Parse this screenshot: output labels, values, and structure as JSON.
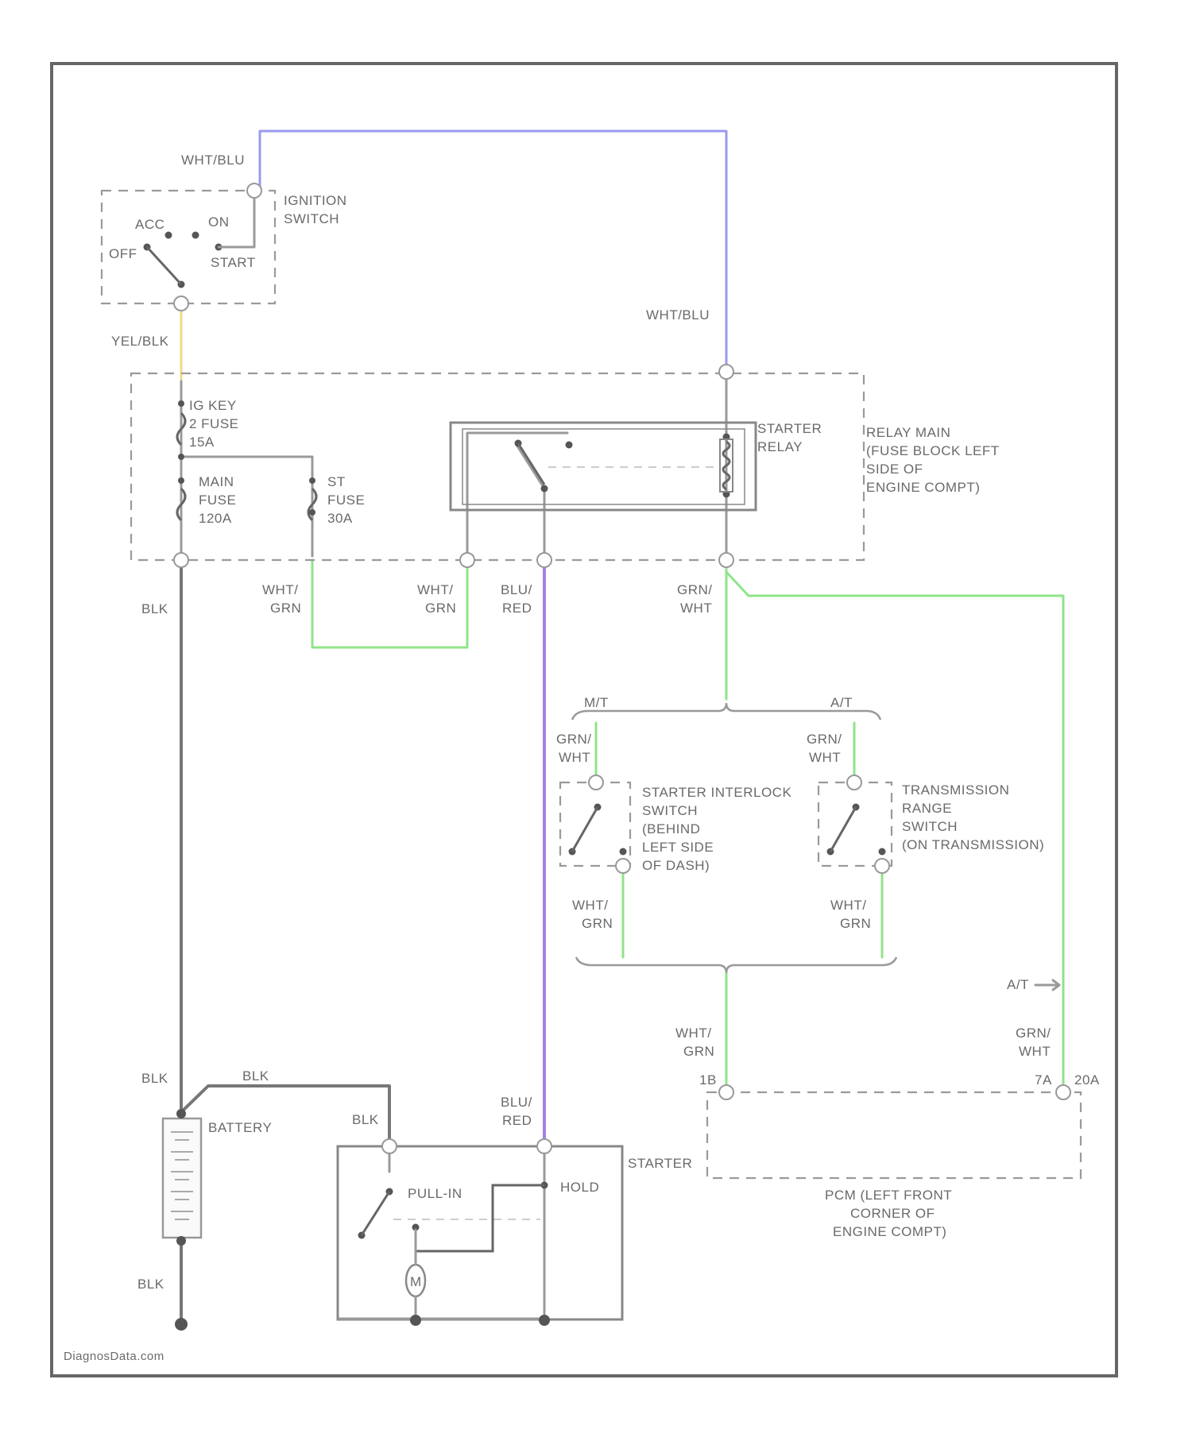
{
  "ignition_switch": {
    "top_wire_color": "WHT/BLU",
    "title_1": "IGNITION",
    "title_2": "SWITCH",
    "positions": {
      "acc": "ACC",
      "on": "ON",
      "off": "OFF",
      "start": "START"
    }
  },
  "yel_blk_wire": "YEL/BLK",
  "relay_main": {
    "title_1": "RELAY MAIN",
    "title_2": "(FUSE BLOCK LEFT",
    "title_3": "SIDE OF",
    "title_4": "ENGINE COMPT)",
    "top_right_wire": "WHT/BLU",
    "fuse_ig_key": [
      "IG KEY",
      "2 FUSE",
      "15A"
    ],
    "fuse_main": [
      "MAIN",
      "FUSE",
      "120A"
    ],
    "fuse_st": [
      "ST",
      "FUSE",
      "30A"
    ]
  },
  "starter_relay": {
    "title_1": "STARTER",
    "title_2": "RELAY"
  },
  "wires": {
    "blk": "BLK",
    "wht_grn_1": [
      "WHT/",
      "GRN"
    ],
    "wht_grn_2": [
      "WHT/",
      "GRN"
    ],
    "blu_red": [
      "BLU/",
      "RED"
    ],
    "grn_wht": [
      "GRN/",
      "WHT"
    ],
    "blu_red_lower": [
      "BLU/",
      "RED"
    ],
    "blk_bottom": "BLK",
    "blk_mid": "BLK",
    "blk_starter": "BLK",
    "wht_grn_bottom": [
      "WHT/",
      "GRN"
    ],
    "grn_wht_bottom": [
      "GRN/",
      "WHT"
    ]
  },
  "branches": {
    "mt": "M/T",
    "at": "A/T",
    "mt_wire": [
      "GRN/",
      "WHT"
    ],
    "at_wire": [
      "GRN/",
      "WHT"
    ],
    "mt_out_wire": [
      "WHT/",
      "GRN"
    ],
    "at_out_wire": [
      "WHT/",
      "GRN"
    ],
    "at_arrow": "A/T"
  },
  "interlock_switch": {
    "lines": [
      "STARTER INTERLOCK",
      "SWITCH",
      "(BEHIND",
      "LEFT SIDE",
      "OF DASH)"
    ]
  },
  "transmission_range_switch": {
    "lines": [
      "TRANSMISSION",
      "RANGE",
      "SWITCH",
      "(ON TRANSMISSION)"
    ]
  },
  "pcm": {
    "pin_left": "1B",
    "pin_mid": "7A",
    "pin_right": "20A",
    "lines": [
      "PCM (LEFT FRONT",
      "CORNER OF",
      "ENGINE COMPT)"
    ]
  },
  "battery": {
    "label": "BATTERY"
  },
  "starter": {
    "label": "STARTER",
    "pull_in": "PULL-IN",
    "hold": "HOLD",
    "motor": "M"
  },
  "ground_wire": "BLK",
  "watermark": "DiagnosData.com"
}
